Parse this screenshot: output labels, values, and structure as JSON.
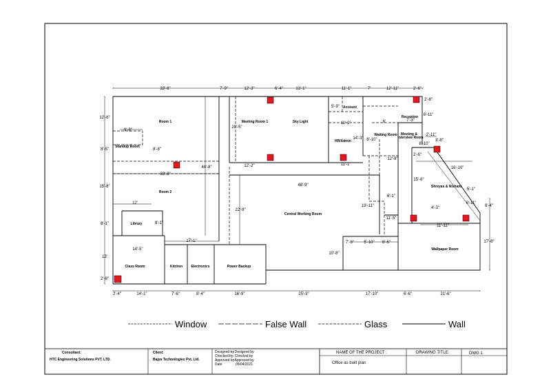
{
  "colors": {
    "ink": "#000000",
    "column": "#e0191f",
    "paper": "#ffffff"
  },
  "top_dims": [
    "33'-8\"",
    "7'-9\"",
    "12'-3\"",
    "6'-4\"",
    "13'-1\"",
    "11'-1\"",
    "7'",
    "12'-11\"",
    "2'-6\""
  ],
  "bottom_dims": [
    "2'-4\"",
    "14'-1\"",
    "7'-6\"",
    "8'-4\"",
    "16'-9\"",
    "25'-3\"",
    "17'-10\"",
    "6'-6\"",
    "21'-6\""
  ],
  "left_dims": [
    "12'-6\"",
    "8'-5\"",
    "15'-8\"",
    "8'-1\"",
    "13'",
    "2'-8\""
  ],
  "right_dims": [
    "2'-8\"",
    "8'-4\"",
    "17'-8\""
  ],
  "inner_dims": {
    "d_9_8": "9'-8\"",
    "d_8_8": "8'-8\"",
    "d_33_8": "33'-8\"",
    "d_44_8": "44'-8\"",
    "d_12": "12'",
    "d_8_1": "8'-1\"",
    "d_14_5": "14'-5\"",
    "d_17_1": "17'-1\"",
    "d_20_5": "20'-5\"",
    "d_12_2": "12'-2\"",
    "d_5_9": "5'-9\"",
    "d_11_1a": "11'-1\"",
    "d_14_3": "14'-3\"",
    "d_8_10": "8'-10\"",
    "d_11_1b": "11'-1\"",
    "d_6": "6'",
    "d_7_3": "7'-3\"",
    "d_6_11": "6'-11\"",
    "d_2_11": "2'-11\"",
    "d_3_8": "3'-8\"",
    "d_6_10": "6'-10\"",
    "d_12_9": "12'-9\"",
    "d_2_6": "2'-6\"",
    "d_16_10": "16'-10\"",
    "d_15_6": "15'-6\"",
    "d_5_1": "5'-1\"",
    "d_4_3": "4'-3\"",
    "d_6_11b": "6'-11\"",
    "d_11_11": "11'-11\"",
    "d_48_9": "48'-9\"",
    "d_22_9": "22'-9\"",
    "d_19_11": "19'-11\"",
    "d_6_1": "6'-1\"",
    "d_11_5": "11'-5\"",
    "d_7_6": "7'-6\"",
    "d_5_10": "5'-10\"",
    "d_8_6": "8'-6\"",
    "d_10_8": "10'-8\""
  },
  "rooms": {
    "room1": "Room 1",
    "standup": "Standup Room",
    "room2": "Room 2",
    "library": "Library",
    "class": "Class Room",
    "kitchen": "Kitchen",
    "electronics": "Electronics",
    "power": "Power Backup",
    "meeting1": "Meeting Room 1",
    "skylight": "Sky Light",
    "account": "Account",
    "hr": "HR/Admin",
    "waiting": "Waiting Room",
    "meeting2_l1": "Meeting &",
    "meeting2_l2": "Interview Room",
    "reception": "Reception",
    "shreyas": "Shreyas & Nishant",
    "central": "Central Working Room",
    "wallpaper": "Wallpaper Room"
  },
  "legend": {
    "window": "Window",
    "false_wall": "False Wall",
    "glass": "Glass",
    "wall": "Wall"
  },
  "title_block": {
    "consultant_label": "Consultant:",
    "consultant": "HTC Engineering Solutions PVT. LTD.",
    "client_label": "Client:",
    "client": "Bajya Technologies Pvt. Ltd.",
    "designed_by": "Designed by",
    "checked_by": "Checked by",
    "approved_by": "Approved by",
    "date_label": "Date",
    "designed_val": ": Designed by",
    "checked_val": ": Checked by",
    "approved_val": ": Approved by",
    "date_val": "05/04/2021",
    "project_label": "NAME OF THE PROJECT :",
    "project": "Office as built plan",
    "drawing_title_label": "DRAWING TITLE:",
    "dwg": "DWG 1"
  }
}
